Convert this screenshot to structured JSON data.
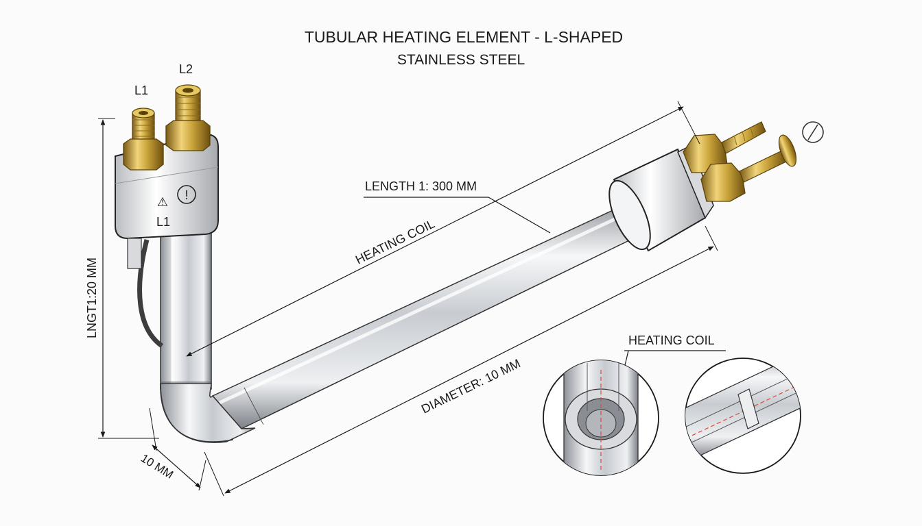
{
  "title": {
    "line1": "TUBULAR HEATING ELEMENT - L-SHAPED",
    "line2": "STAINLESS STEEL"
  },
  "terminals": {
    "left_label": "L1",
    "right_label": "L2",
    "housing_label": "L1",
    "warning_symbol": "⚠",
    "info_symbol": "!"
  },
  "dimensions": {
    "horizontal_length": "LENGTH 1: 300 MM",
    "vertical_length": "LNGT1:20 MM",
    "bend_size": "10 MM",
    "diameter": "DIAMETER: 10 MM"
  },
  "callouts": {
    "heating_coil_main": "HEATING COIL",
    "heating_coil_detail": "HEATING COIL"
  },
  "colors": {
    "steel": "#c9ccd0",
    "steel_light": "#f4f5f6",
    "brass": "#c9a33a",
    "brass_dark": "#8a6a1c",
    "line": "#1a1a1a",
    "coil_dash": "#e0463a"
  },
  "icons": [
    "warning-icon",
    "info-icon",
    "no-symbol-icon"
  ]
}
